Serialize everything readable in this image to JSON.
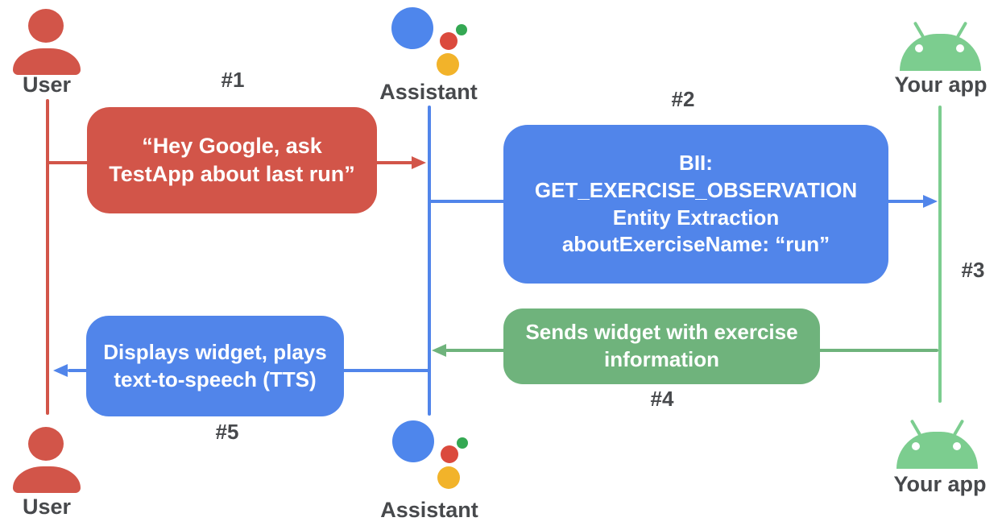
{
  "diagram_type": "sequence-flow",
  "actors": {
    "user": {
      "label": "User",
      "icon": "person-icon",
      "color": "#d25549"
    },
    "assistant": {
      "label": "Assistant",
      "icon": "google-assistant-logo-icon",
      "logo_colors": {
        "blue": "#4e86ec",
        "red": "#db4a3d",
        "green": "#34a853",
        "yellow": "#f2b32a"
      }
    },
    "app": {
      "label": "Your app",
      "icon": "android-robot-icon",
      "color": "#7ccd8f"
    }
  },
  "steps": [
    {
      "label": "#1",
      "from": "User",
      "to": "Assistant",
      "color": "#d25549",
      "text": "“Hey Google, ask\nTestApp about last run”"
    },
    {
      "label": "#2",
      "from": "Assistant",
      "to": "Your app",
      "color": "#5185ea",
      "text": "BII:\nGET_EXERCISE_OBSERVATION\nEntity Extraction\naboutExerciseName: “run”"
    },
    {
      "label": "#3",
      "from": "Your app",
      "to": "Your app",
      "color": "#7ccd8f",
      "text": ""
    },
    {
      "label": "#4",
      "from": "Your app",
      "to": "Assistant",
      "color": "#6fb37c",
      "text": "Sends widget with exercise\ninformation"
    },
    {
      "label": "#5",
      "from": "Assistant",
      "to": "User",
      "color": "#5185ea",
      "text": "Displays widget, plays\ntext-to-speech (TTS)"
    }
  ],
  "colors": {
    "message_red": "#d25549",
    "message_blue": "#5185ea",
    "message_green": "#6fb37c",
    "android_green": "#7ccd8f",
    "label_gray": "#47494c",
    "background": "#ffffff"
  }
}
